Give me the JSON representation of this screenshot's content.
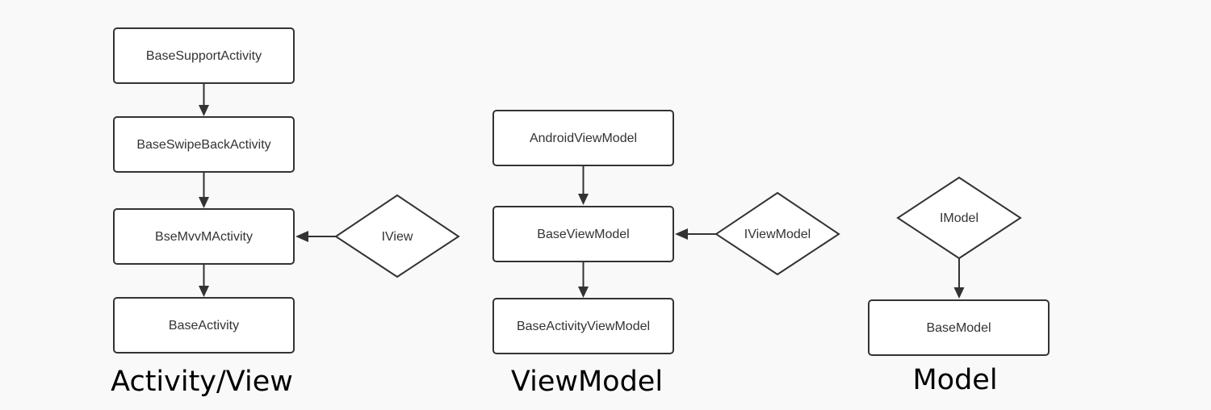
{
  "colors": {
    "background": "#f9f9f9",
    "node_fill": "#ffffff",
    "stroke": "#333333",
    "label_text": "#000000"
  },
  "groups": {
    "activity": {
      "label": "Activity/View",
      "base_support_activity": "BaseSupportActivity",
      "base_swipe_back_activity": "BaseSwipeBackActivity",
      "bse_mvvm_activity": "BseMvvMActivity",
      "base_activity": "BaseActivity",
      "iview": "IView"
    },
    "viewmodel": {
      "label": "ViewModel",
      "android_view_model": "AndroidViewModel",
      "base_view_model": "BaseViewModel",
      "base_activity_view_model": "BaseActivityViewModel",
      "iview_model": "IViewModel"
    },
    "model": {
      "label": "Model",
      "imodel": "IModel",
      "base_model": "BaseModel"
    }
  }
}
